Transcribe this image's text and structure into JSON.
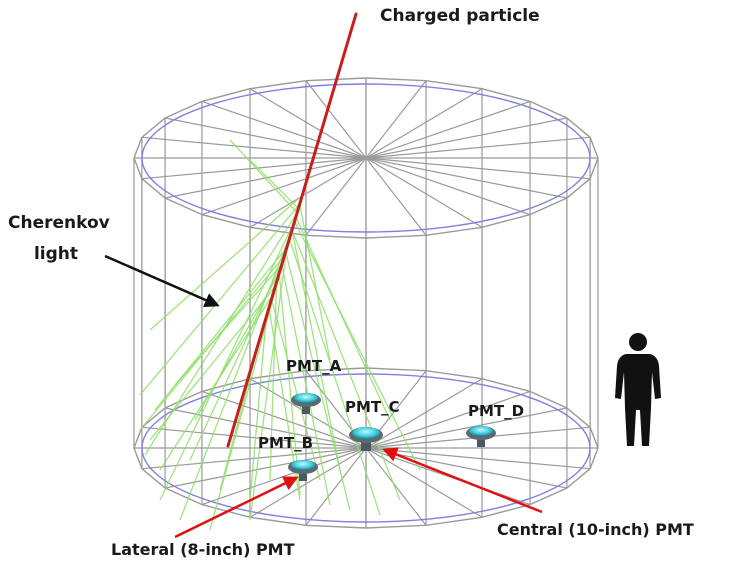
{
  "labels": {
    "charged_particle": "Charged particle",
    "cherenkov_line1": "Cherenkov",
    "cherenkov_line2": "light",
    "lateral_pmt": "Lateral (8-inch) PMT",
    "central_pmt": "Central (10-inch) PMT",
    "pmt_a": "PMT_A",
    "pmt_b": "PMT_B",
    "pmt_c": "PMT_C",
    "pmt_d": "PMT_D"
  },
  "colors": {
    "wireframe": "#9a9a9a",
    "rim": "#8080e0",
    "particle_track": "#c81e1e",
    "cherenkov_rays": "#8ee06a",
    "pointer_arrows": "#e01010",
    "label_arrow": "#111111",
    "pmt_body": "#5a6a70",
    "pmt_glass": "#40d0e0",
    "person": "#111111"
  }
}
